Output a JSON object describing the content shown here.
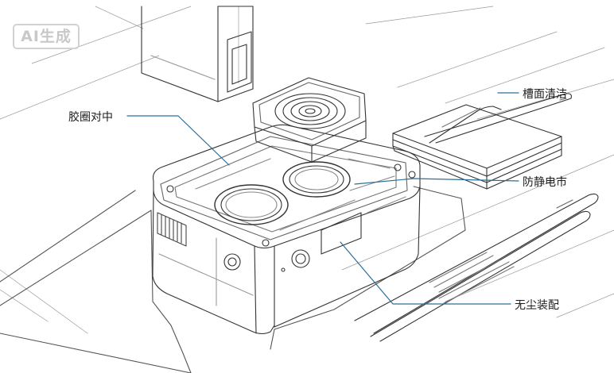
{
  "badge": {
    "text": "AI生成"
  },
  "callouts": [
    {
      "id": "gasket-centering",
      "text": "胶圈对中"
    },
    {
      "id": "groove-cleaning",
      "text": "槽面清洁"
    },
    {
      "id": "anti-static",
      "text": "防静电市"
    },
    {
      "id": "dust-free-assembly",
      "text": "无尘装配"
    }
  ],
  "colors": {
    "line": "#333333",
    "leader": "#2a6f9a",
    "badge": "#d2d2d2"
  }
}
